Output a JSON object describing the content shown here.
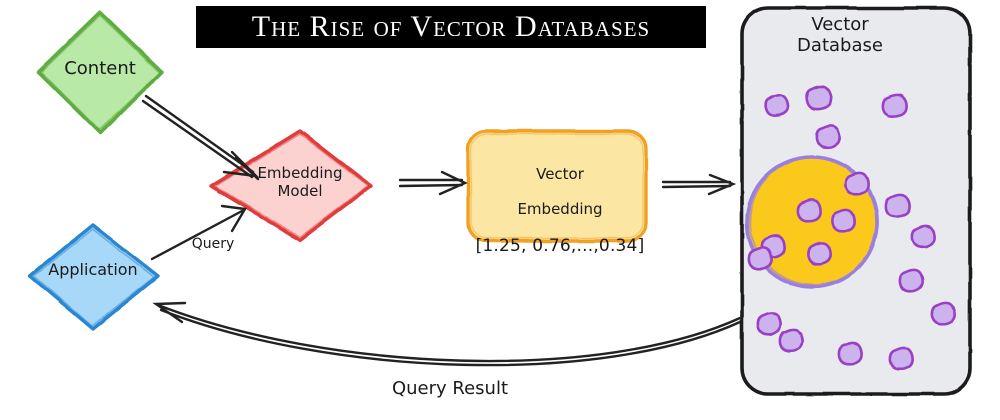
{
  "title": {
    "text": "The Rise of Vector Databases",
    "banner_color": "#000000",
    "text_color": "#ffffff"
  },
  "nodes": [
    {
      "id": "content",
      "label": "Content",
      "shape": "diamond",
      "fill": "#b6e8a2",
      "stroke": "#57a83a"
    },
    {
      "id": "embedding-model",
      "label": "Embedding\nModel",
      "shape": "diamond",
      "fill": "#fbd2d0",
      "stroke": "#e13b3b"
    },
    {
      "id": "vector-embedding",
      "label_line1": "Vector",
      "label_line2": "Embedding",
      "label_line3": "[1.25, 0.76,...,0.34]",
      "shape": "rounded-rect",
      "fill": "#fbe6a3",
      "stroke": "#f0a022"
    },
    {
      "id": "application",
      "label": "Application",
      "shape": "diamond",
      "fill": "#a8d8f8",
      "stroke": "#2b86d0"
    },
    {
      "id": "vector-database",
      "label": "Vector\nDatabase",
      "shape": "rounded-rect",
      "fill": "#e8eaee",
      "stroke": "#1c1c1c",
      "circle_fill": "#fac91f",
      "circle_stroke": "#9b7fe0",
      "blob_fill": "#ccb3ee",
      "blob_stroke": "#9a3fc4"
    }
  ],
  "edges": [
    {
      "id": "content-to-model",
      "label": "",
      "from": "content",
      "to": "embedding-model",
      "style": "double-line"
    },
    {
      "id": "application-to-model",
      "label": "Query",
      "from": "application",
      "to": "embedding-model",
      "style": "single-line"
    },
    {
      "id": "model-to-vector",
      "label": "",
      "from": "embedding-model",
      "to": "vector-embedding",
      "style": "double-line"
    },
    {
      "id": "vector-to-database",
      "label": "",
      "from": "vector-embedding",
      "to": "vector-database",
      "style": "double-line"
    },
    {
      "id": "database-to-application",
      "label": "Query Result",
      "from": "vector-database",
      "to": "application",
      "style": "double-line-curved"
    }
  ],
  "labels": {
    "query": "Query",
    "query_result": "Query Result"
  }
}
